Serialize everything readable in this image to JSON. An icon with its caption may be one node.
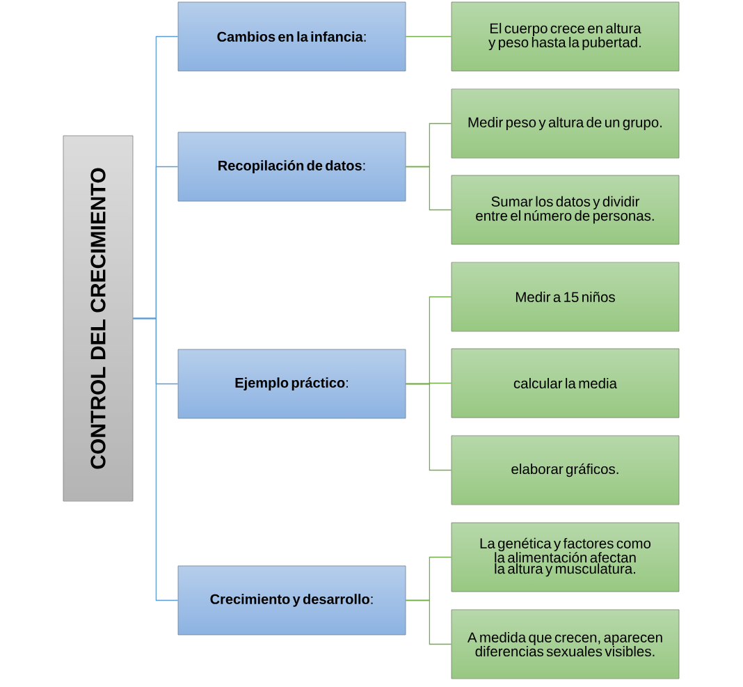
{
  "diagram": {
    "nodes": [
      {
        "text": [
          "CONTROL DEL CRECIMIENTO"
        ]
      },
      {
        "text": [
          "**Cambios en la infancia**:"
        ]
      },
      {
        "text": [
          "**Recopilación de datos**:"
        ]
      },
      {
        "text": [
          "**Ejemplo práctico**:"
        ]
      },
      {
        "text": [
          "**Crecimiento y desarrollo**:"
        ]
      },
      {
        "text": [
          "El cuerpo crece en altura y peso hasta la pubertad."
        ]
      },
      {
        "text": [
          "Medir peso y altura de un grupo."
        ]
      },
      {
        "text": [
          "Sumar los datos y dividir entre el número de personas."
        ]
      },
      {
        "text": [
          "Medir a 15 niños"
        ]
      },
      {
        "text": [
          "calcular la media"
        ]
      },
      {
        "text": [
          "elaborar gráficos."
        ]
      },
      {
        "text": [
          "La genética y factores como la alimentación afectan la altura y musculatura."
        ]
      },
      {
        "text": [
          "A medida que crecen, aparecen diferencias sexuales visibles."
        ]
      }
    ],
    "edges": [
      {
        "from": 0,
        "to": 1,
        "arrow": "none",
        "color": "#5b9bd5"
      },
      {
        "from": 0,
        "to": 2,
        "arrow": "none",
        "color": "#5b9bd5"
      },
      {
        "from": 0,
        "to": 3,
        "arrow": "none",
        "color": "#5b9bd5"
      },
      {
        "from": 0,
        "to": 4,
        "arrow": "none",
        "color": "#5b9bd5"
      },
      {
        "from": 1,
        "to": 5,
        "arrow": "none"
      },
      {
        "from": 2,
        "to": 6,
        "arrow": "none"
      },
      {
        "from": 2,
        "to": 7,
        "arrow": "none"
      },
      {
        "from": 3,
        "to": 8,
        "arrow": "none"
      },
      {
        "from": 3,
        "to": 9,
        "arrow": "none"
      },
      {
        "from": 3,
        "to": 10,
        "arrow": "none"
      },
      {
        "from": 4,
        "to": 11,
        "arrow": "none"
      },
      {
        "from": 4,
        "to": 12,
        "arrow": "none"
      }
    ]
  }
}
